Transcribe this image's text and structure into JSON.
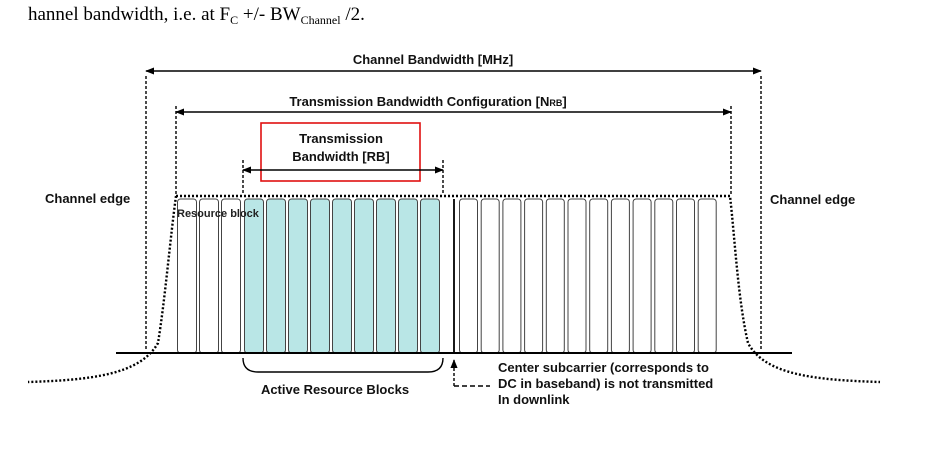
{
  "caption": {
    "prefix": "hannel bandwidth, i.e. at F",
    "sub1": "C",
    "middle": " +/- BW",
    "sub2": "Channel",
    "suffix": " /2."
  },
  "labels": {
    "channel_bandwidth": "Channel Bandwidth [MHz]",
    "tx_bw_config": "Transmission Bandwidth Configuration [N",
    "tx_bw_config_sub": "RB",
    "tx_bw_config_end": "]",
    "tx_bandwidth_line1": "Transmission",
    "tx_bandwidth_line2": "Bandwidth [RB]",
    "channel_edge_left": "Channel edge",
    "channel_edge_right": "Channel edge",
    "resource_block": "Resource block",
    "active_rb": "Active Resource Blocks",
    "center_line1": "Center subcarrier (corresponds to",
    "center_line2": "DC in baseband) is not transmitted",
    "center_line3": "In downlink"
  },
  "colors": {
    "active_fill": "#b9e6e6",
    "inactive_fill": "#ffffff",
    "highlight_box": "#e01010"
  }
}
